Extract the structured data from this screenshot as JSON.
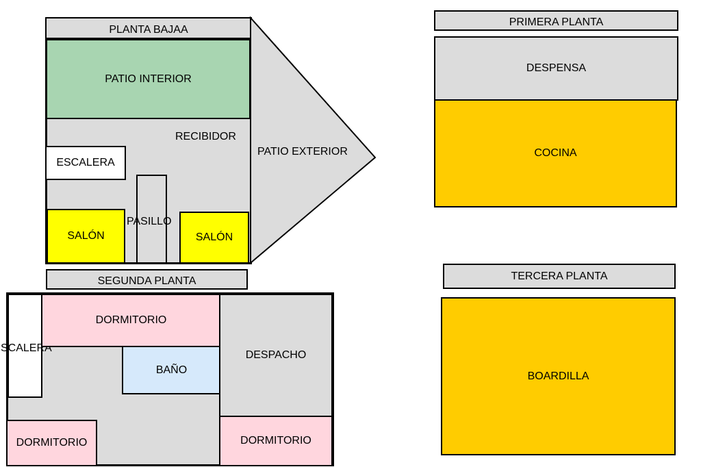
{
  "planta_baja": {
    "title": "PLANTA BAJAA",
    "patio_interior": "PATIO INTERIOR",
    "recibidor": "RECIBIDOR",
    "escalera": "ESCALERA",
    "pasillo": "PASILLO",
    "salon_left": "SALÓN",
    "salon_right": "SALÓN",
    "patio_exterior": "PATIO EXTERIOR"
  },
  "segunda_planta": {
    "title": "SEGUNDA PLANTA",
    "escalera": "SCALERA",
    "dormitorio_top": "DORMITORIO",
    "bano": "BAÑO",
    "despacho": "DESPACHO",
    "dormitorio_bottom_left": "DORMITORIO",
    "dormitorio_bottom_right": "DORMITORIO"
  },
  "primera_planta": {
    "title": "PRIMERA PLANTA",
    "despensa": "DESPENSA",
    "cocina": "COCINA"
  },
  "tercera_planta": {
    "title": "TERCERA PLANTA",
    "boardilla": "BOARDILLA"
  },
  "colors": {
    "grey": "#dcdcdc",
    "green": "#a8d5b1",
    "yellow": "#ffff00",
    "orange": "#ffcc00",
    "pink": "#ffd6de",
    "blue": "#d6e9fb"
  }
}
